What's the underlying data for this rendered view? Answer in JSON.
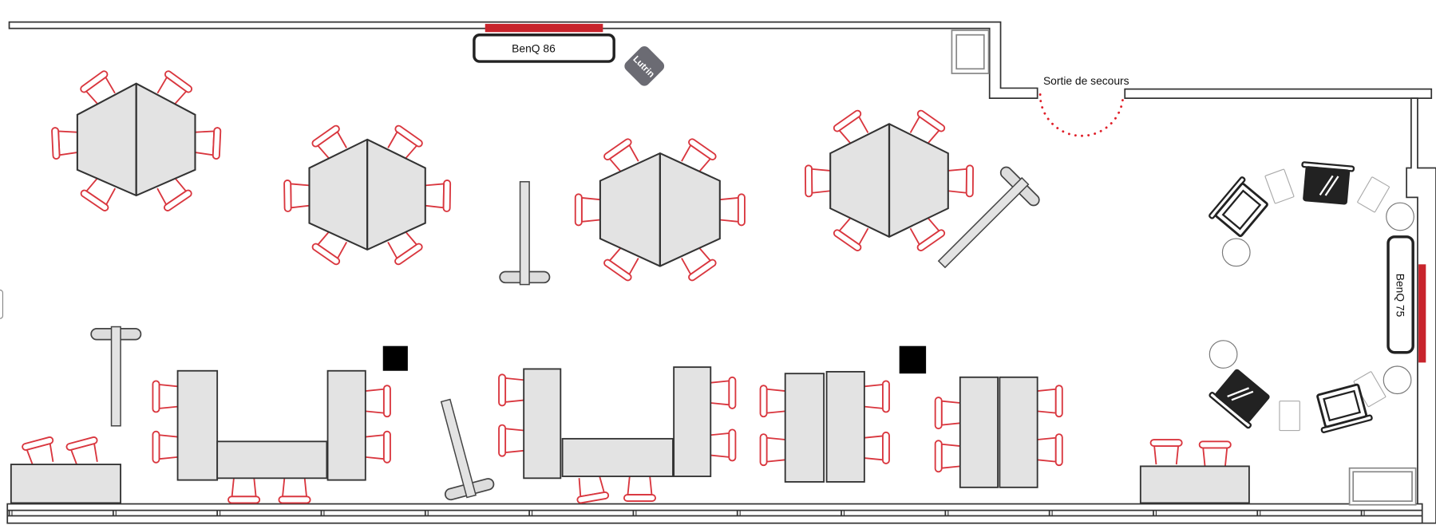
{
  "floorplan": {
    "screen_top_label": "BenQ 86",
    "screen_right_label": "BenQ 75",
    "lectern_label": "Lutrin",
    "emergency_exit_label": "Sortie de secours"
  },
  "colors": {
    "chair": "#d9363e",
    "table_fill": "#e3e3e3",
    "outline": "#333333",
    "screen_bar": "#c8242c",
    "lectern": "#6b6b73"
  }
}
